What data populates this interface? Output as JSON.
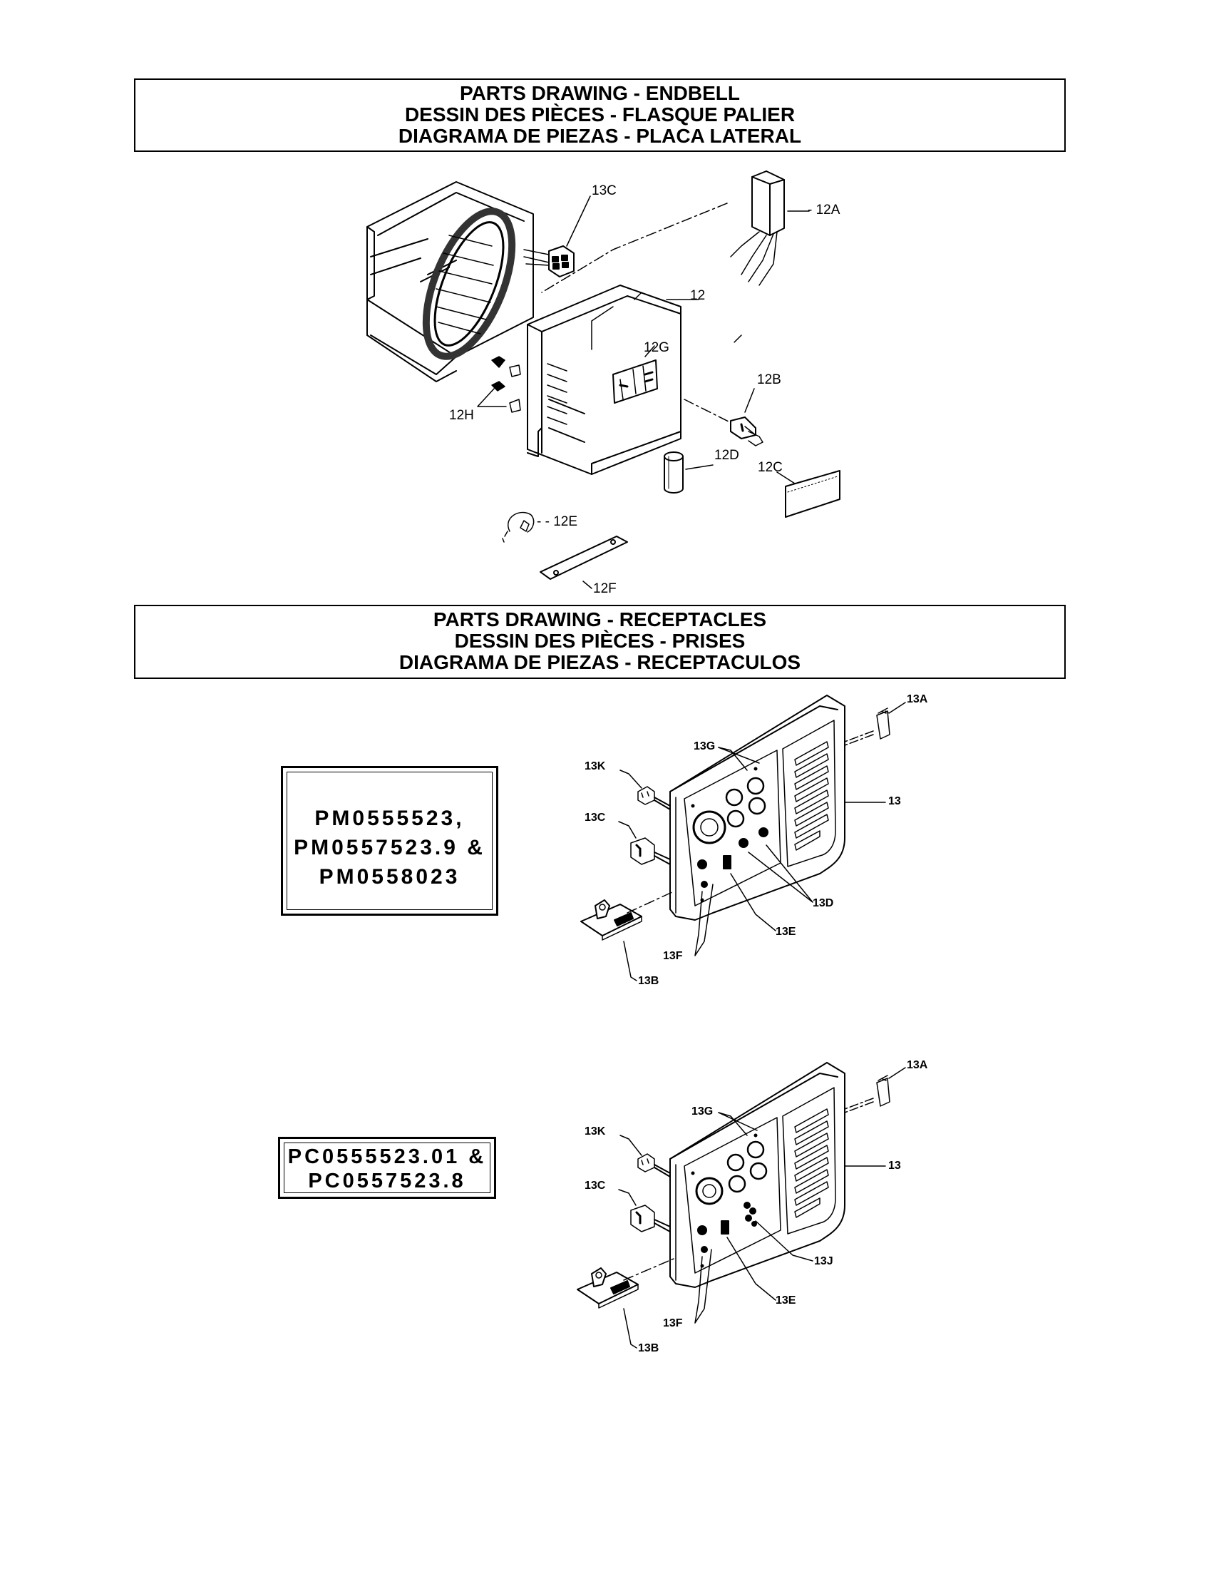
{
  "endbell_section": {
    "title_en": "PARTS DRAWING - ENDBELL",
    "title_fr": "DESSIN DES PIÈCES - FLASQUE PALIER",
    "title_es": "DIAGRAMA DE PIEZAS - PLACA LATERAL",
    "callouts": {
      "c13C": "13C",
      "c12A": "- 12A",
      "c12": "12",
      "c12G": "12G",
      "c12B": "12B",
      "c12H": "12H",
      "c12D": "12D",
      "c12C": "12C",
      "c12E": "- - 12E",
      "c12F": "12F"
    }
  },
  "receptacles_section": {
    "title_en": "PARTS DRAWING - RECEPTACLES",
    "title_fr": "DESSIN DES PIÈCES - PRISES",
    "title_es": "DIAGRAMA DE PIEZAS - RECEPTACULOS",
    "variant_1": {
      "models": [
        "PM0555523,",
        "PM0557523.9 &",
        "PM0558023"
      ],
      "callouts": {
        "c13A": "13A",
        "c13G": "13G",
        "c13K": "13K",
        "c13": "13",
        "c13C": "13C",
        "c13D": "13D",
        "c13E": "13E",
        "c13F": "13F",
        "c13B": "13B"
      }
    },
    "variant_2": {
      "models": [
        "PC0555523.01 &",
        "PC0557523.8"
      ],
      "callouts": {
        "c13A": "13A",
        "c13G": "13G",
        "c13K": "13K",
        "c13": "13",
        "c13C": "13C",
        "c13J": "13J",
        "c13E": "13E",
        "c13F": "13F",
        "c13B": "13B"
      }
    }
  }
}
